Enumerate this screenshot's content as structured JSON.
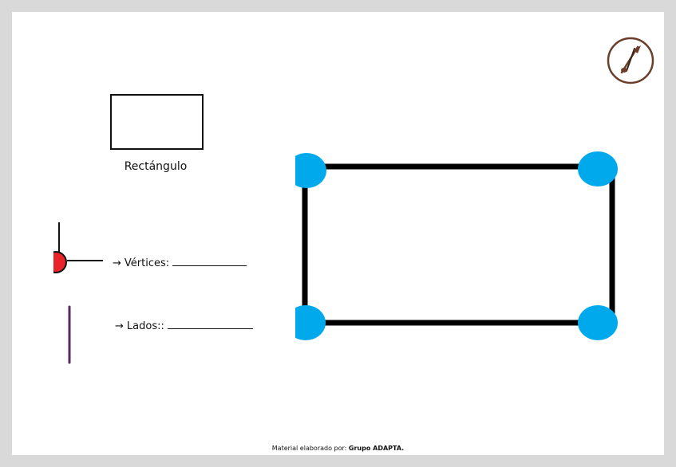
{
  "shape": {
    "name": "Rectángulo"
  },
  "questions": {
    "vertices_label": "Vértices:",
    "sides_label": "Lados::",
    "arrow": "→"
  },
  "footer": {
    "prefix": "Material elaborado por:",
    "author": "Grupo ADAPTA."
  },
  "icons": {
    "logo": "scissors-logo-icon",
    "vertex": "vertex-dot-icon",
    "side": "side-line-icon"
  },
  "colors": {
    "vertex_blue": "#00a8ec",
    "vertex_red": "#e8232a",
    "side_purple": "#5a2a5e",
    "logo_brown": "#6b3e2a"
  }
}
